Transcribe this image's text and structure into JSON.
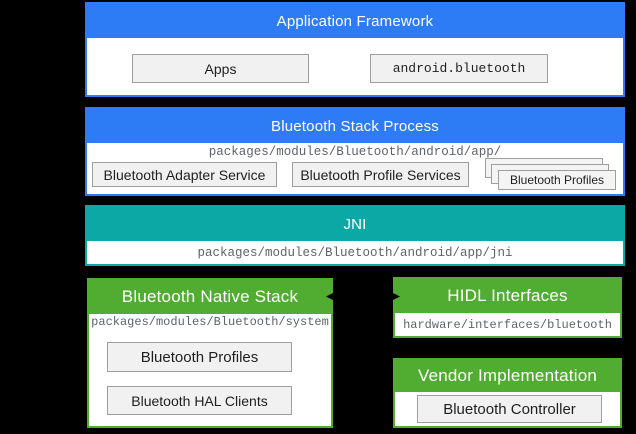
{
  "app_framework": {
    "title": "Application Framework",
    "apps_label": "Apps",
    "api_label": "android.bluetooth"
  },
  "stack_process": {
    "title": "Bluetooth Stack Process",
    "path": "packages/modules/Bluetooth/android/app/",
    "adapter_service_label": "Bluetooth Adapter Service",
    "profile_services_label": "Bluetooth Profile Services",
    "profiles_label": "Bluetooth Profiles"
  },
  "jni": {
    "title": "JNI",
    "path": "packages/modules/Bluetooth/android/app/jni"
  },
  "native_stack": {
    "title": "Bluetooth Native Stack",
    "path": "packages/modules/Bluetooth/system",
    "profiles_label": "Bluetooth Profiles",
    "hal_clients_label": "Bluetooth HAL Clients"
  },
  "hidl": {
    "title": "HIDL Interfaces",
    "path": "hardware/interfaces/bluetooth"
  },
  "vendor": {
    "title": "Vendor Implementation",
    "controller_label": "Bluetooth Controller"
  },
  "colors": {
    "background": "#000000",
    "framework_blue": "#2e7cf5",
    "jni_teal": "#0ca8a6",
    "native_green": "#50ad31",
    "chip_fill": "#f1f1f1",
    "chip_border": "#9e9e9e",
    "path_text": "#5f6368",
    "header_text": "#ffffff"
  }
}
